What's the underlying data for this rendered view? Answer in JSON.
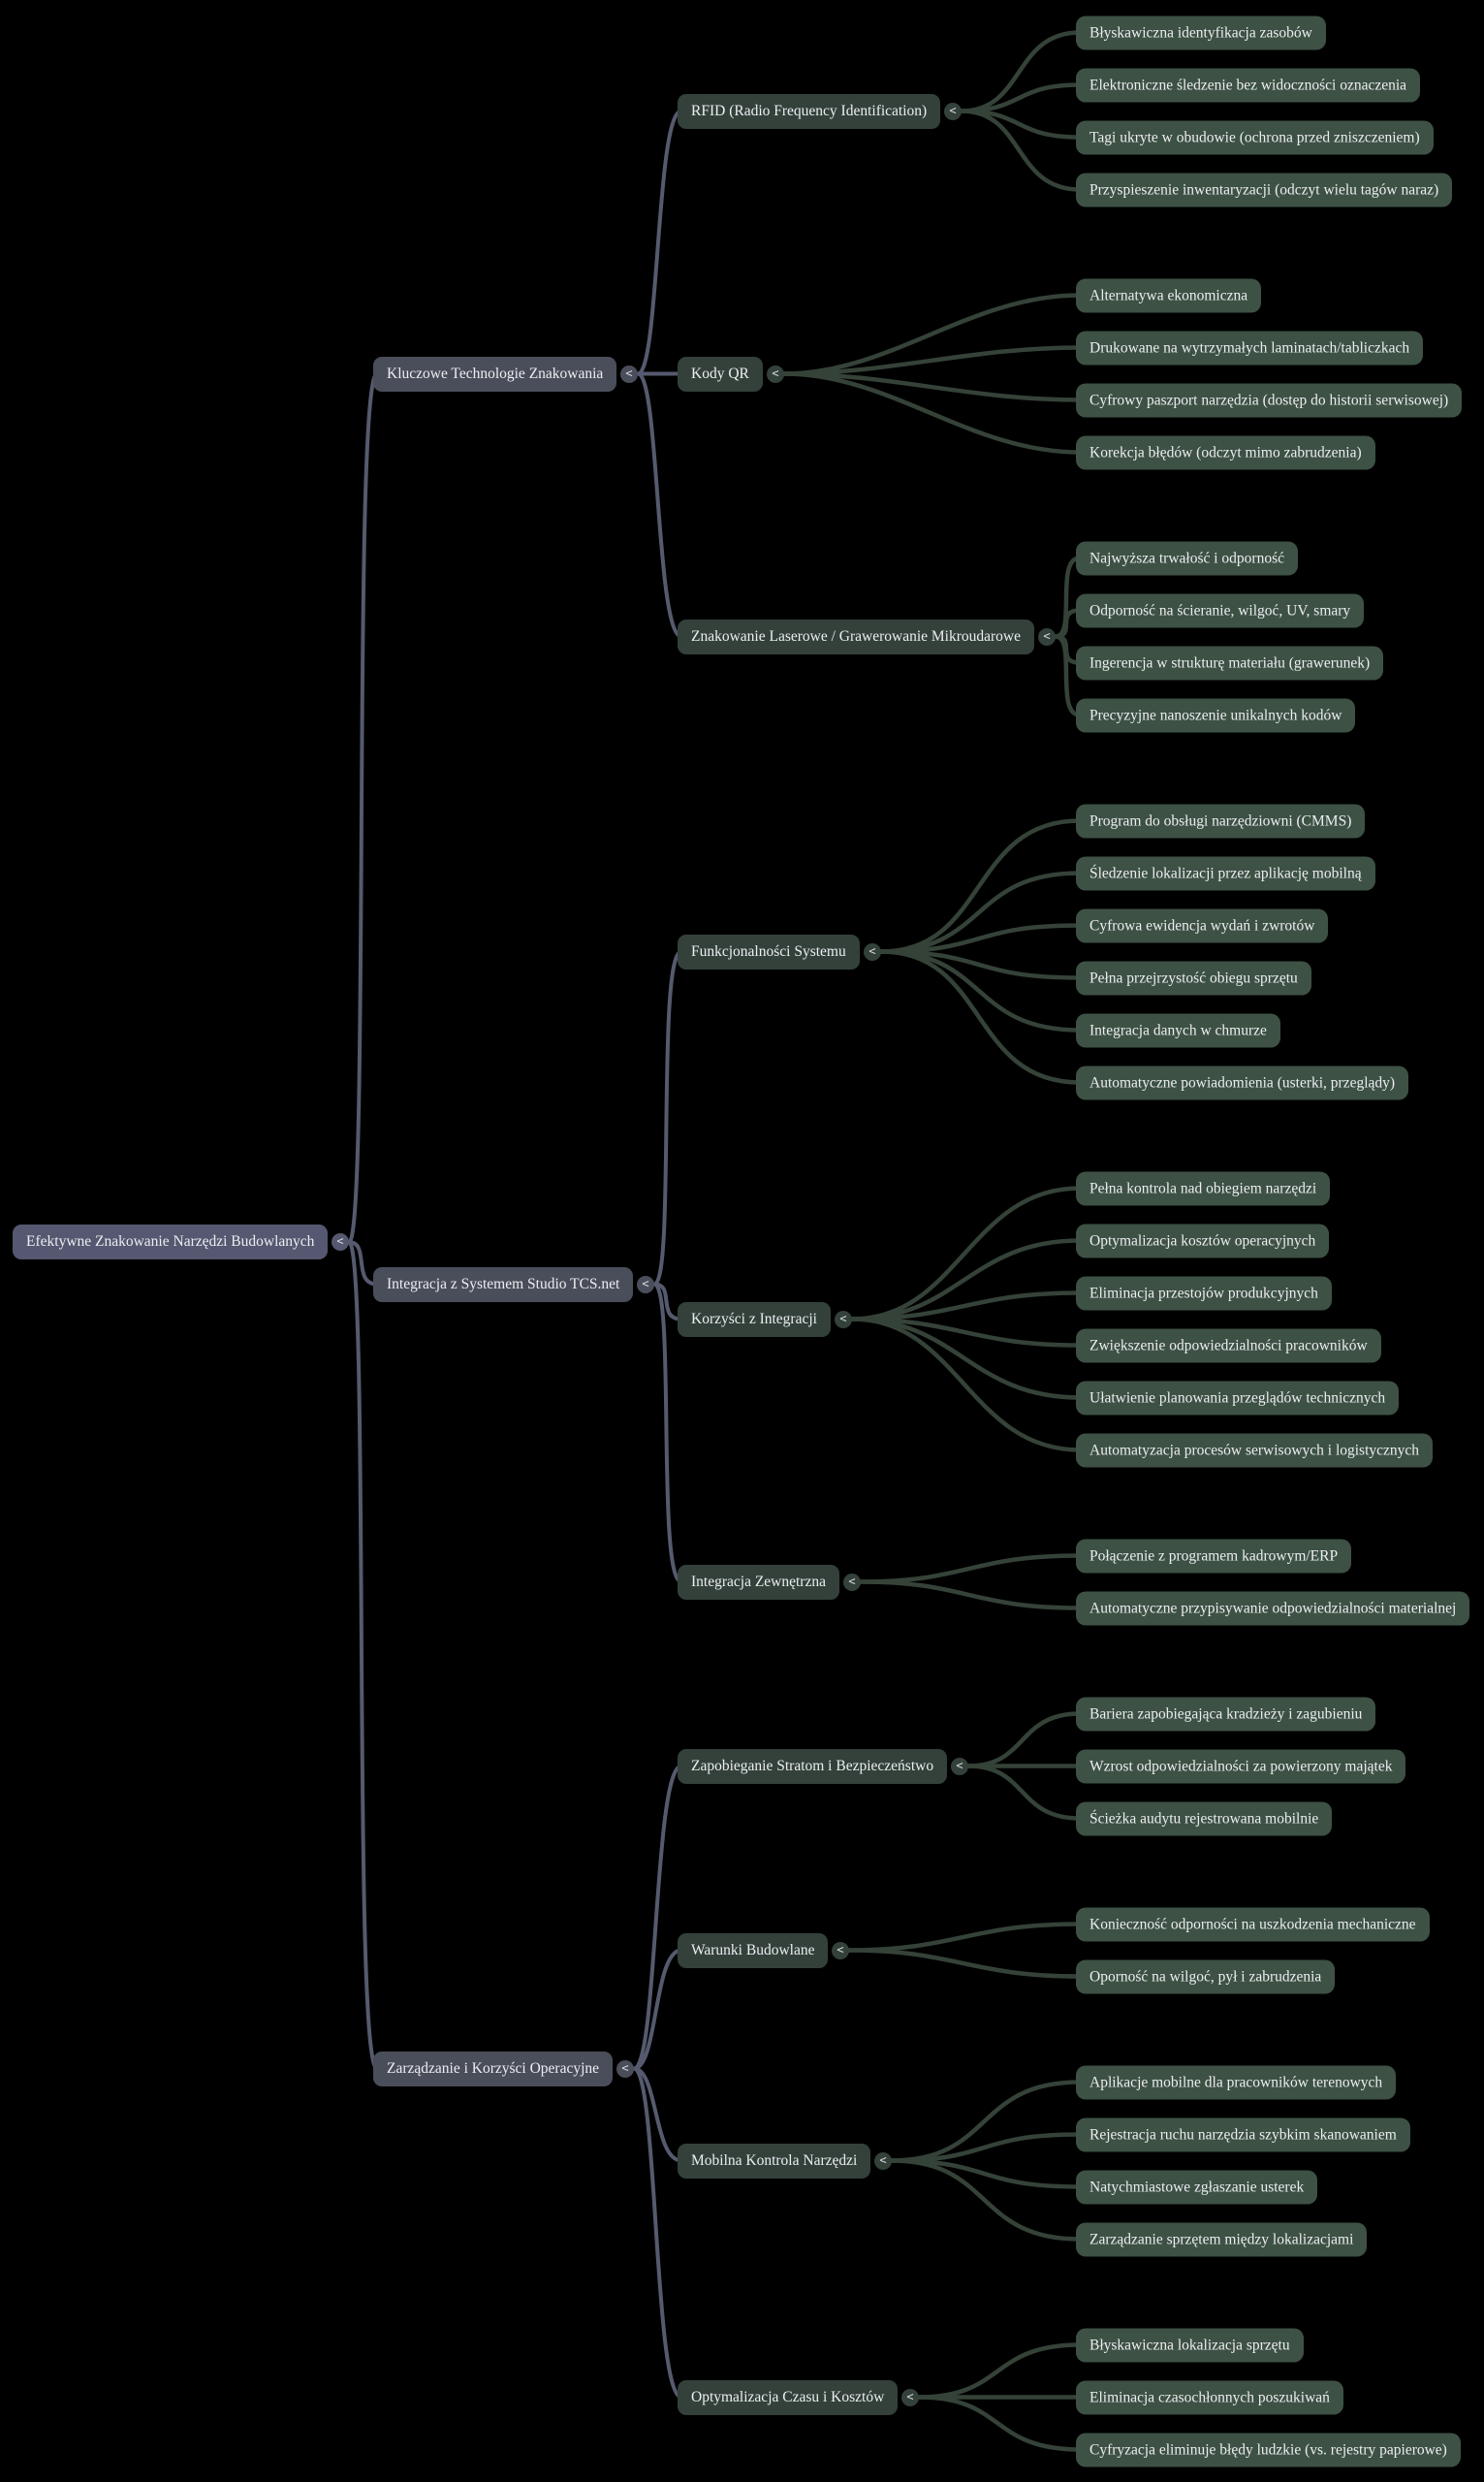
{
  "colors": {
    "background": "#000000",
    "root_node": "#555870",
    "branch_node": "#4a4e5a",
    "section_node": "#33413a",
    "leaf_node": "#3d5144",
    "edge_primary": "#565a6e",
    "edge_section": "#354238",
    "text": "#eceef2"
  },
  "collapse_icon": "<",
  "mindmap": {
    "root": "Efektywne Znakowanie Narzędzi Budowlanych",
    "branches": [
      {
        "label": "Kluczowe Technologie Znakowania",
        "sections": [
          {
            "label": "RFID (Radio Frequency Identification)",
            "leaves": [
              "Błyskawiczna identyfikacja zasobów",
              "Elektroniczne śledzenie bez widoczności oznaczenia",
              "Tagi ukryte w obudowie (ochrona przed zniszczeniem)",
              "Przyspieszenie inwentaryzacji (odczyt wielu tagów naraz)"
            ]
          },
          {
            "label": "Kody QR",
            "leaves": [
              "Alternatywa ekonomiczna",
              "Drukowane na wytrzymałych laminatach/tabliczkach",
              "Cyfrowy paszport narzędzia (dostęp do historii serwisowej)",
              "Korekcja błędów (odczyt mimo zabrudzenia)"
            ]
          },
          {
            "label": "Znakowanie Laserowe / Grawerowanie Mikroudarowe",
            "leaves": [
              "Najwyższa trwałość i odporność",
              "Odporność na ścieranie, wilgoć, UV, smary",
              "Ingerencja w strukturę materiału (grawerunek)",
              "Precyzyjne nanoszenie unikalnych kodów"
            ]
          }
        ]
      },
      {
        "label": "Integracja z Systemem Studio TCS.net",
        "sections": [
          {
            "label": "Funkcjonalności Systemu",
            "leaves": [
              "Program do obsługi narzędziowni (CMMS)",
              "Śledzenie lokalizacji przez aplikację mobilną",
              "Cyfrowa ewidencja wydań i zwrotów",
              "Pełna przejrzystość obiegu sprzętu",
              "Integracja danych w chmurze",
              "Automatyczne powiadomienia (usterki, przeglądy)"
            ]
          },
          {
            "label": "Korzyści z Integracji",
            "leaves": [
              "Pełna kontrola nad obiegiem narzędzi",
              "Optymalizacja kosztów operacyjnych",
              "Eliminacja przestojów produkcyjnych",
              "Zwiększenie odpowiedzialności pracowników",
              "Ułatwienie planowania przeglądów technicznych",
              "Automatyzacja procesów serwisowych i logistycznych"
            ]
          },
          {
            "label": "Integracja Zewnętrzna",
            "leaves": [
              "Połączenie z programem kadrowym/ERP",
              "Automatyczne przypisywanie odpowiedzialności materialnej"
            ]
          }
        ]
      },
      {
        "label": "Zarządzanie i Korzyści Operacyjne",
        "sections": [
          {
            "label": "Zapobieganie Stratom i Bezpieczeństwo",
            "leaves": [
              "Bariera zapobiegająca kradzieży i zagubieniu",
              "Wzrost odpowiedzialności za powierzony majątek",
              "Ścieżka audytu rejestrowana mobilnie"
            ]
          },
          {
            "label": "Warunki Budowlane",
            "leaves": [
              "Konieczność odporności na uszkodzenia mechaniczne",
              "Oporność na wilgoć, pył i zabrudzenia"
            ]
          },
          {
            "label": "Mobilna Kontrola Narzędzi",
            "leaves": [
              "Aplikacje mobilne dla pracowników terenowych",
              "Rejestracja ruchu narzędzia szybkim skanowaniem",
              "Natychmiastowe zgłaszanie usterek",
              "Zarządzanie sprzętem między lokalizacjami"
            ]
          },
          {
            "label": "Optymalizacja Czasu i Kosztów",
            "leaves": [
              "Błyskawiczna lokalizacja sprzętu",
              "Eliminacja czasochłonnych poszukiwań",
              "Cyfryzacja eliminuje błędy ludzkie (vs. rejestry papierowe)"
            ]
          }
        ]
      }
    ]
  }
}
